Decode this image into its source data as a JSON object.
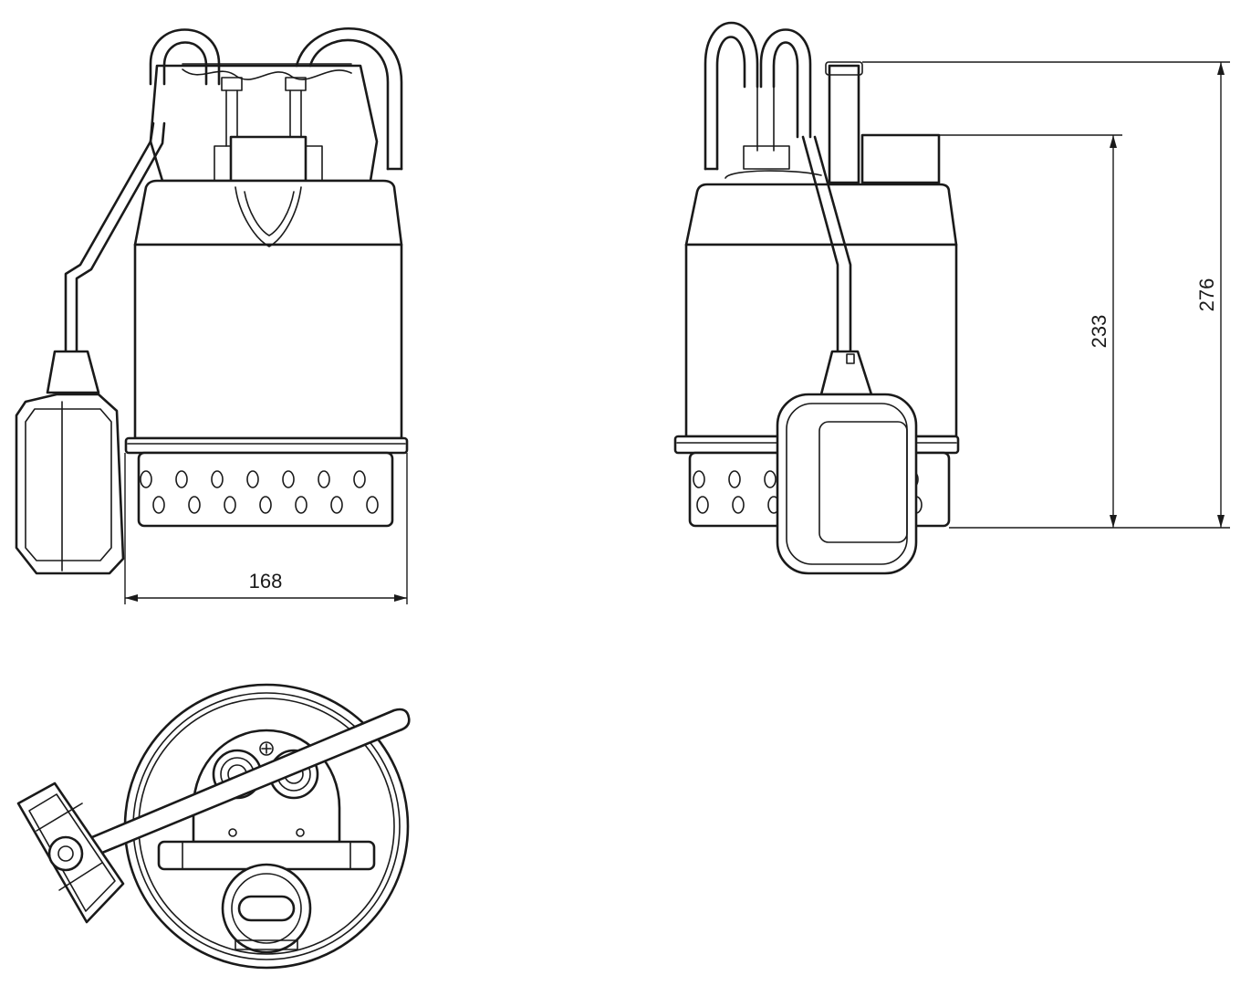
{
  "dimensions": {
    "width_label": "168",
    "height_outlet_label": "233",
    "height_total_label": "276"
  },
  "views": [
    "front-view",
    "side-view",
    "top-view"
  ]
}
